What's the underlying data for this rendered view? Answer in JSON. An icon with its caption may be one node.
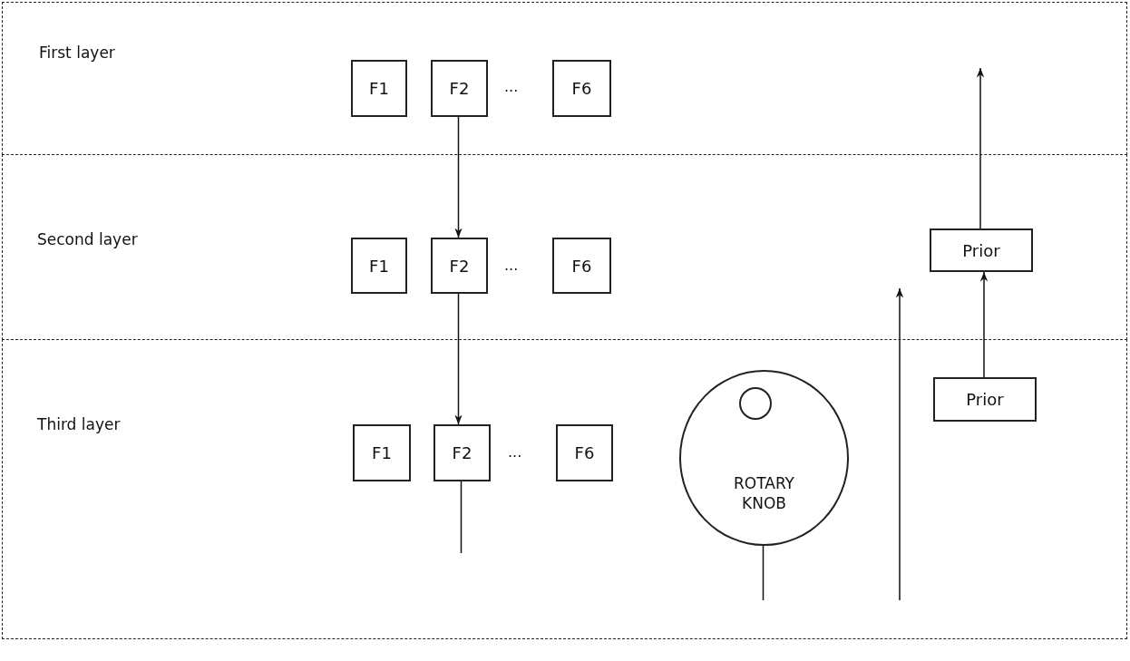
{
  "diagram": {
    "nodes": [
      {
        "text": [
          "First layer"
        ]
      },
      {
        "text": [
          "F1"
        ],
        "in": 0
      },
      {
        "text": [
          "F2"
        ],
        "in": 0
      },
      {
        "text": [
          "F6"
        ],
        "in": 0
      },
      {
        "text": [
          "Second layer"
        ]
      },
      {
        "text": [
          "F1"
        ],
        "in": 4
      },
      {
        "text": [
          "F2"
        ],
        "in": 4
      },
      {
        "text": [
          "F6"
        ],
        "in": 4
      },
      {
        "text": [
          "Prior"
        ],
        "in": 4
      },
      {
        "text": [
          "Third layer"
        ]
      },
      {
        "text": [
          "F1"
        ],
        "in": 9
      },
      {
        "text": [
          "F2"
        ],
        "in": 9
      },
      {
        "text": [
          "F6"
        ],
        "in": 9
      },
      {
        "text": [
          "ROTARY KNOB"
        ],
        "in": 9
      },
      {
        "text": [
          "Prior"
        ],
        "in": 9
      }
    ],
    "edges": [
      {
        "from": 2,
        "to": 6,
        "arrow": "to"
      },
      {
        "from": 6,
        "to": 11,
        "arrow": "to"
      },
      {
        "from": 11,
        "to": null,
        "arrow": "none"
      },
      {
        "from": 13,
        "to": null,
        "arrow": "none"
      },
      {
        "from": 14,
        "to": 8,
        "arrow": "to"
      },
      {
        "from": 8,
        "to": null,
        "arrow": "to"
      }
    ],
    "labels": [
      "...",
      "...",
      "..."
    ]
  }
}
